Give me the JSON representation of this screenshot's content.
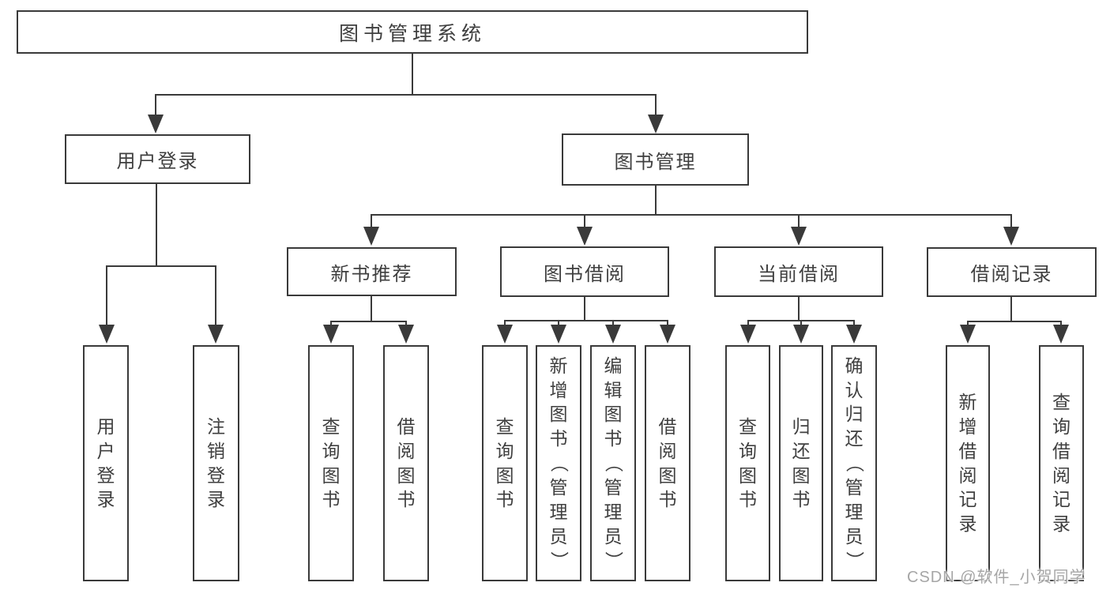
{
  "tree": {
    "root": {
      "label": "图书管理系统",
      "children": [
        {
          "label": "用户登录",
          "children": [
            {
              "label": "用户登录"
            },
            {
              "label": "注销登录"
            }
          ]
        },
        {
          "label": "图书管理",
          "children": [
            {
              "label": "新书推荐",
              "children": [
                {
                  "label": "查询图书"
                },
                {
                  "label": "借阅图书"
                }
              ]
            },
            {
              "label": "图书借阅",
              "children": [
                {
                  "label": "查询图书"
                },
                {
                  "label": "新增图书（管理员）"
                },
                {
                  "label": "编辑图书（管理员）"
                },
                {
                  "label": "借阅图书"
                }
              ]
            },
            {
              "label": "当前借阅",
              "children": [
                {
                  "label": "查询图书"
                },
                {
                  "label": "归还图书"
                },
                {
                  "label": "确认归还（管理员）"
                }
              ]
            },
            {
              "label": "借阅记录",
              "children": [
                {
                  "label": "新增借阅记录"
                },
                {
                  "label": "查询借阅记录"
                }
              ]
            }
          ]
        }
      ]
    }
  },
  "watermark": "CSDN @软件_小贺同学",
  "colors": {
    "line": "#3a3a3a",
    "box_border": "#3a3a3a",
    "text": "#3f3f3f",
    "watermark": "#a6a6a6",
    "background": "#ffffff"
  }
}
